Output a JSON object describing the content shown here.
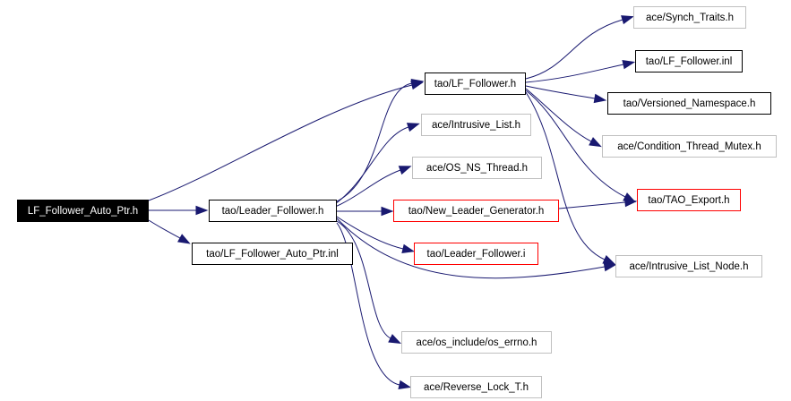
{
  "graph": {
    "nodes": [
      {
        "id": "root",
        "label": "LF_Follower_Auto_Ptr.h",
        "style": "root"
      },
      {
        "id": "leader_follower",
        "label": "tao/Leader_Follower.h",
        "style": "black"
      },
      {
        "id": "auto_ptr_inl",
        "label": "tao/LF_Follower_Auto_Ptr.inl",
        "style": "black"
      },
      {
        "id": "lf_follower",
        "label": "tao/LF_Follower.h",
        "style": "black"
      },
      {
        "id": "synch_traits",
        "label": "ace/Synch_Traits.h",
        "style": "gray"
      },
      {
        "id": "lf_follower_inl",
        "label": "tao/LF_Follower.inl",
        "style": "black"
      },
      {
        "id": "versioned_ns",
        "label": "tao/Versioned_Namespace.h",
        "style": "black"
      },
      {
        "id": "cond_mutex",
        "label": "ace/Condition_Thread_Mutex.h",
        "style": "gray"
      },
      {
        "id": "tao_export",
        "label": "tao/TAO_Export.h",
        "style": "red"
      },
      {
        "id": "intrusive_list_node",
        "label": "ace/Intrusive_List_Node.h",
        "style": "gray"
      },
      {
        "id": "intrusive_list",
        "label": "ace/Intrusive_List.h",
        "style": "gray"
      },
      {
        "id": "os_ns_thread",
        "label": "ace/OS_NS_Thread.h",
        "style": "gray"
      },
      {
        "id": "new_leader_gen",
        "label": "tao/New_Leader_Generator.h",
        "style": "red"
      },
      {
        "id": "leader_follower_i",
        "label": "tao/Leader_Follower.i",
        "style": "red"
      },
      {
        "id": "os_errno",
        "label": "ace/os_include/os_errno.h",
        "style": "gray"
      },
      {
        "id": "reverse_lock",
        "label": "ace/Reverse_Lock_T.h",
        "style": "gray"
      }
    ],
    "edges": [
      {
        "from": "root",
        "to": "lf_follower"
      },
      {
        "from": "root",
        "to": "leader_follower"
      },
      {
        "from": "root",
        "to": "auto_ptr_inl"
      },
      {
        "from": "lf_follower",
        "to": "synch_traits"
      },
      {
        "from": "lf_follower",
        "to": "lf_follower_inl"
      },
      {
        "from": "lf_follower",
        "to": "versioned_ns"
      },
      {
        "from": "lf_follower",
        "to": "cond_mutex"
      },
      {
        "from": "lf_follower",
        "to": "tao_export"
      },
      {
        "from": "lf_follower",
        "to": "intrusive_list_node"
      },
      {
        "from": "leader_follower",
        "to": "lf_follower"
      },
      {
        "from": "leader_follower",
        "to": "intrusive_list"
      },
      {
        "from": "leader_follower",
        "to": "os_ns_thread"
      },
      {
        "from": "leader_follower",
        "to": "new_leader_gen"
      },
      {
        "from": "leader_follower",
        "to": "leader_follower_i"
      },
      {
        "from": "leader_follower",
        "to": "intrusive_list_node"
      },
      {
        "from": "leader_follower",
        "to": "os_errno"
      },
      {
        "from": "leader_follower",
        "to": "reverse_lock"
      },
      {
        "from": "new_leader_gen",
        "to": "tao_export"
      }
    ]
  },
  "colors": {
    "edge": "#191970",
    "root_fill": "#000000",
    "root_text": "#ffffff",
    "border_black": "#000000",
    "border_gray": "#c0c0c0",
    "border_red": "#ff0000"
  }
}
